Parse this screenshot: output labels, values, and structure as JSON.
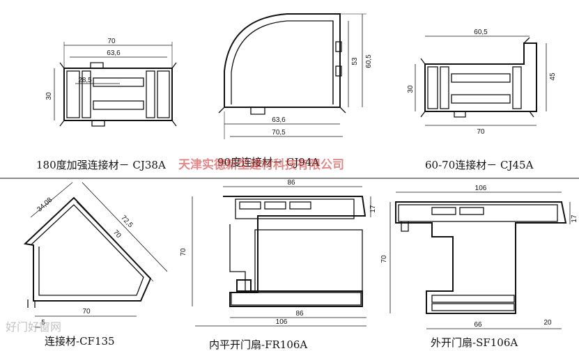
{
  "profiles": [
    {
      "caption": "180度加强连接材－ CJ38A",
      "dims": [
        "70",
        "63,6",
        "28,5",
        "30"
      ]
    },
    {
      "caption": "90度连接材－ CJ94A",
      "dims": [
        "53",
        "60,5",
        "63,6",
        "70,5"
      ]
    },
    {
      "caption": "60-70连接材－ CJ45A",
      "dims": [
        "60,5",
        "45",
        "30",
        "70"
      ]
    },
    {
      "caption": "连接材-CF135",
      "dims": [
        "34,08",
        "72,5",
        "70",
        "70",
        "5"
      ]
    },
    {
      "caption": "内平开门扇-FR106A",
      "dims": [
        "86",
        "17",
        "70",
        "86",
        "106"
      ]
    },
    {
      "caption": "外开门扇-SF106A",
      "dims": [
        "106",
        "17",
        "70",
        "66",
        "20"
      ]
    }
  ],
  "watermark": {
    "company": "天津实德新型建材科技有限公司",
    "site": "好门好窗网"
  },
  "colors": {
    "line": "#111111",
    "watermark": "#c82828"
  }
}
